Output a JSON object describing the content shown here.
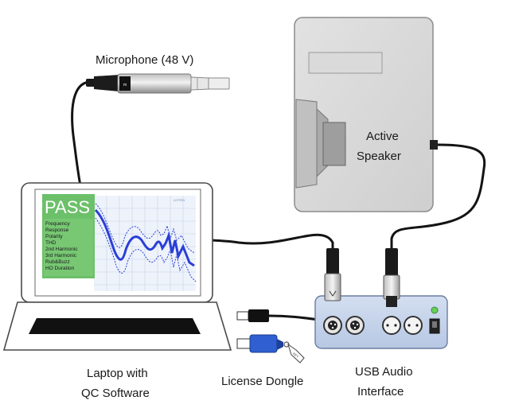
{
  "labels": {
    "microphone": "Microphone (48 V)",
    "speaker_line1": "Active",
    "speaker_line2": "Speaker",
    "laptop_line1": "Laptop with",
    "laptop_line2": "QC Software",
    "dongle": "License Dongle",
    "interface_line1": "USB Audio",
    "interface_line2": "Interface"
  },
  "screen": {
    "status": "PASS",
    "brand": "LISTEN",
    "tests": [
      "Frequency",
      "Response",
      "Polarity",
      "THD",
      "2nd Harmonic",
      "3rd Harmonic",
      "Rub&Buzz",
      "HO Duration"
    ]
  },
  "dongle_tag": "KEY",
  "colors": {
    "pass_panel": "#6cc06a",
    "curve": "#2a3fd6",
    "interface_body": "#c5d3ea",
    "speaker_body": "#d9d9d9",
    "dongle": "#2f5fd0",
    "led": "#66d05a"
  }
}
